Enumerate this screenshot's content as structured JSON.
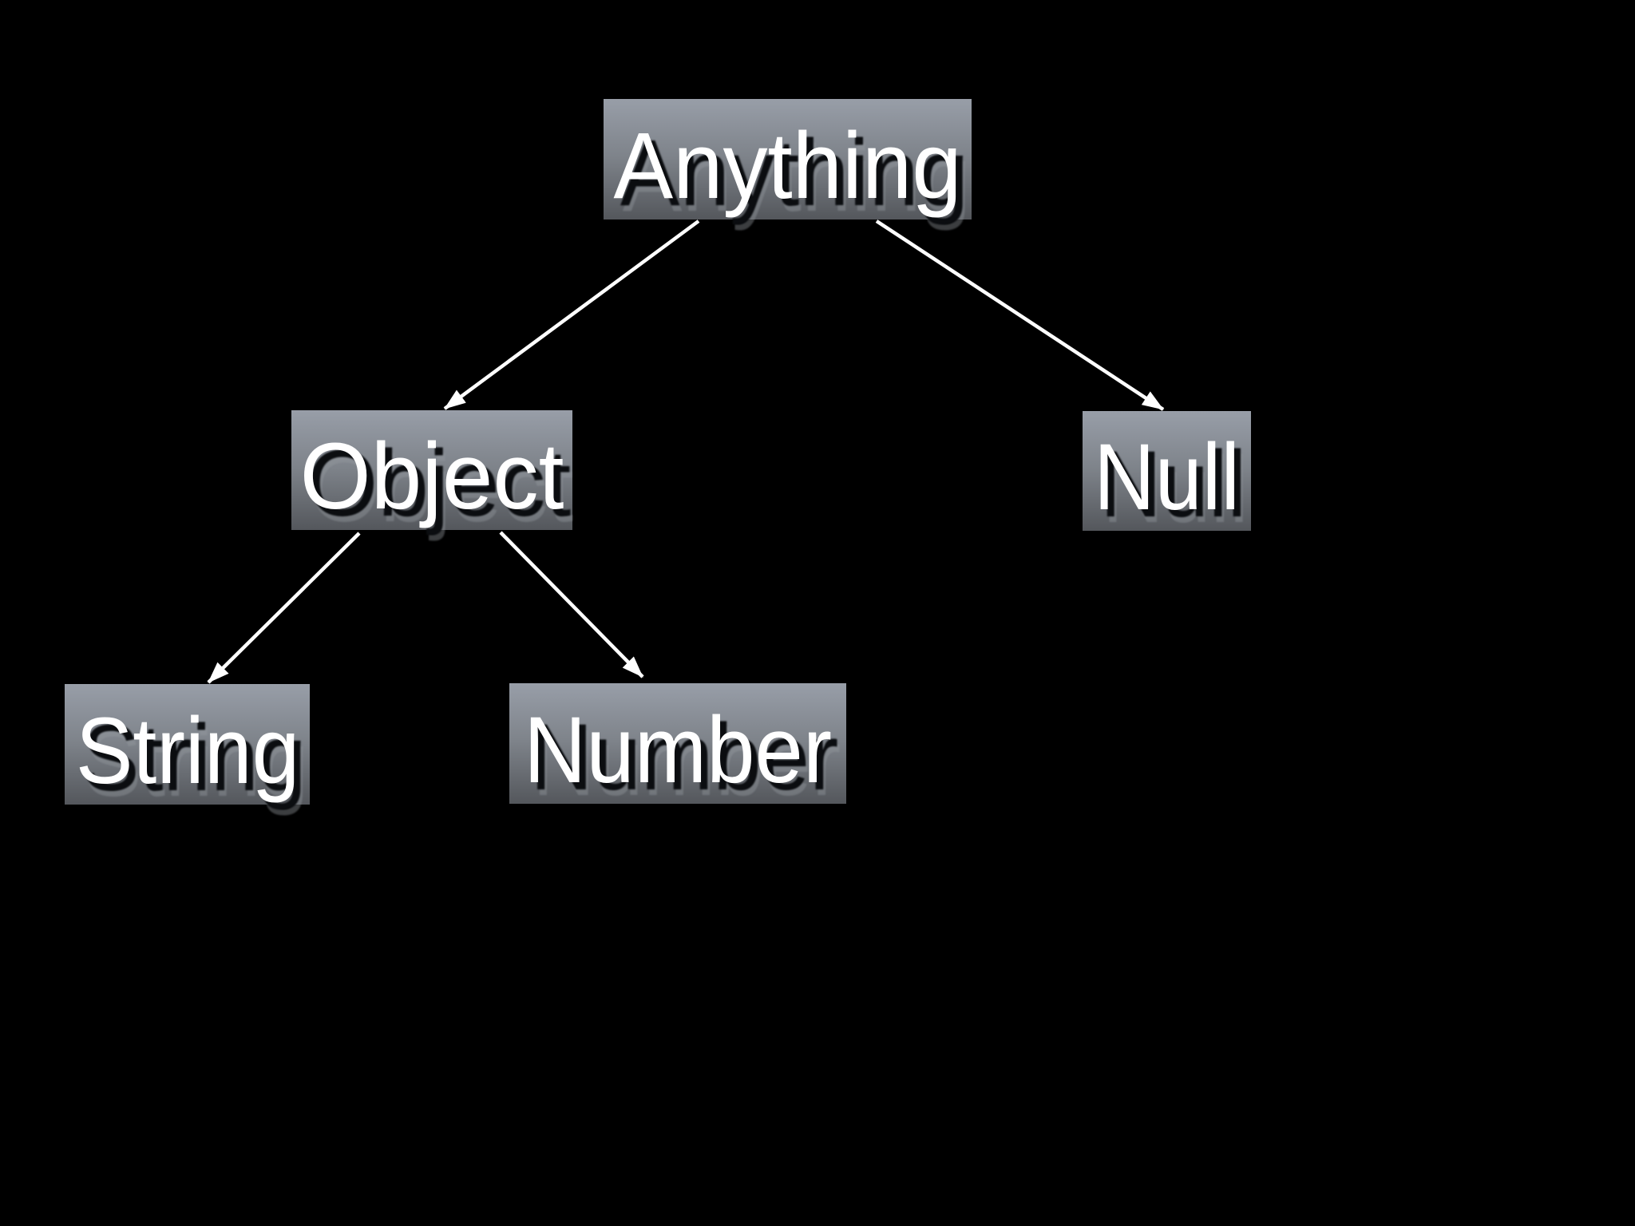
{
  "diagram": {
    "kind": "tree",
    "nodes": [
      {
        "id": "anything",
        "label": "Anything"
      },
      {
        "id": "object",
        "label": "Object"
      },
      {
        "id": "null",
        "label": "Null"
      },
      {
        "id": "string",
        "label": "String"
      },
      {
        "id": "number",
        "label": "Number"
      }
    ],
    "edges": [
      {
        "from": "anything",
        "to": "object"
      },
      {
        "from": "anything",
        "to": "null"
      },
      {
        "from": "object",
        "to": "string"
      },
      {
        "from": "object",
        "to": "number"
      }
    ],
    "colors": {
      "background": "#000000",
      "node_gradient_top": "#989ea8",
      "node_gradient_mid": "#7e838a",
      "node_gradient_bottom": "#54575c",
      "node_text": "#ffffff",
      "text_shadow_dark": "#0b0d10",
      "text_shadow_light": "rgba(150,155,161,0.4)",
      "arrow": "#ffffff"
    }
  }
}
